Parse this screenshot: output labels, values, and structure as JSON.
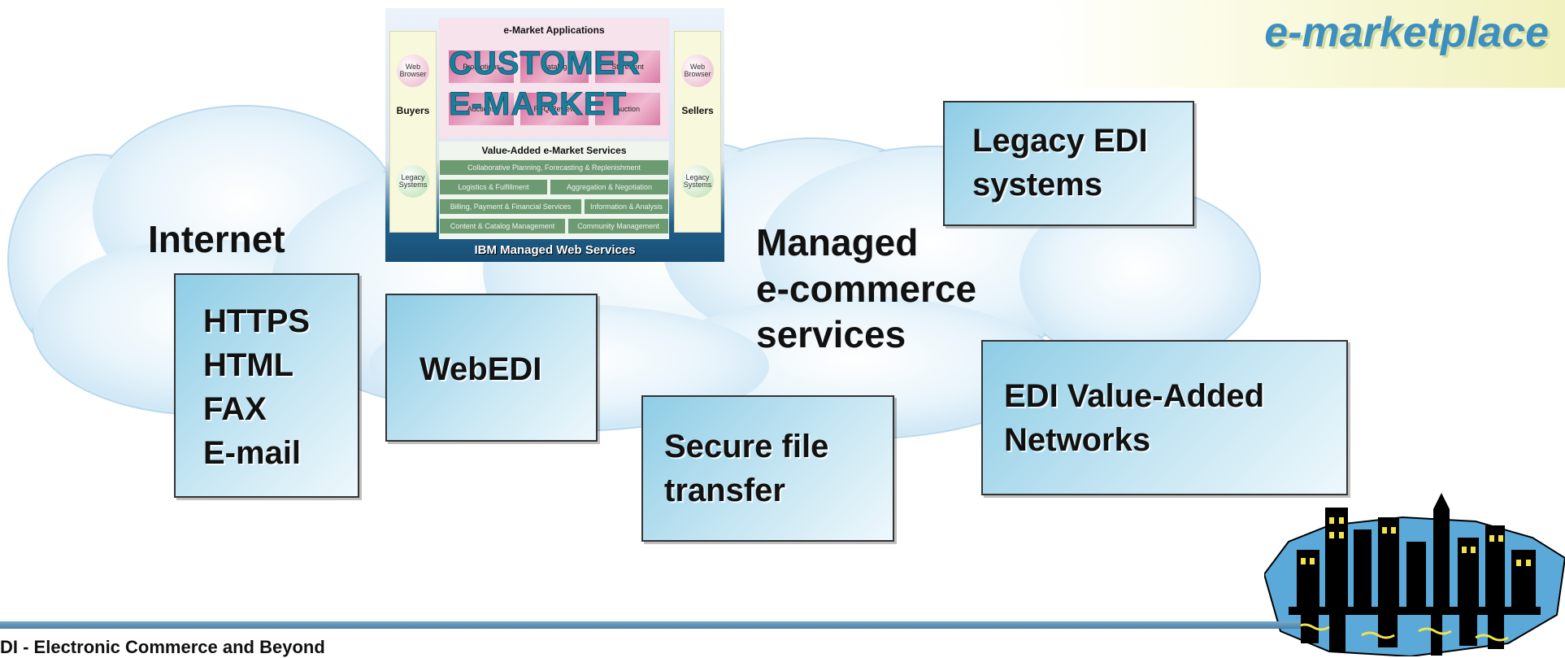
{
  "title": {
    "line1": "e-marketplace"
  },
  "cloud_labels": {
    "internet": "Internet",
    "managed": [
      "Managed",
      "e-commerce",
      "services"
    ]
  },
  "boxes": {
    "protocols": [
      "HTTPS",
      "HTML",
      "FAX",
      "E-mail"
    ],
    "webedi": "WebEDI",
    "secure_file": [
      "Secure file",
      "transfer"
    ],
    "legacy_edi": [
      "Legacy EDI",
      "systems"
    ],
    "edi_van": [
      "EDI Value-Added",
      "Networks"
    ]
  },
  "market_panel": {
    "apps_title": "e-Market Applications",
    "overlay_line1": "CUSTOMER",
    "overlay_line2": "E-MARKET",
    "app_cells": [
      "Promotions",
      "Catalog",
      "Storefront",
      "Auctions",
      "RFQ/Review",
      "Auction"
    ],
    "left": {
      "circle_top": "Web Browser",
      "label": "Buyers",
      "circle_bottom": "Legacy Systems"
    },
    "right": {
      "circle_top": "Web Browser",
      "label": "Sellers",
      "circle_bottom": "Legacy Systems"
    },
    "services_title": "Value-Added e-Market Services",
    "services": [
      "Collaborative Planning, Forecasting & Replenishment",
      "Logistics & Fulfillment",
      "Aggregation & Negotiation",
      "Billing, Payment & Financial Services",
      "Information & Analysis",
      "Content & Catalog Management",
      "Community Management"
    ],
    "footer": "IBM Managed Web Services"
  },
  "footer_text": "DI - Electronic Commerce and Beyond",
  "colors": {
    "cloud": "#cfe8f6",
    "box_gradient_start": "#8ecde6",
    "title_color": "#3c8fbf"
  }
}
